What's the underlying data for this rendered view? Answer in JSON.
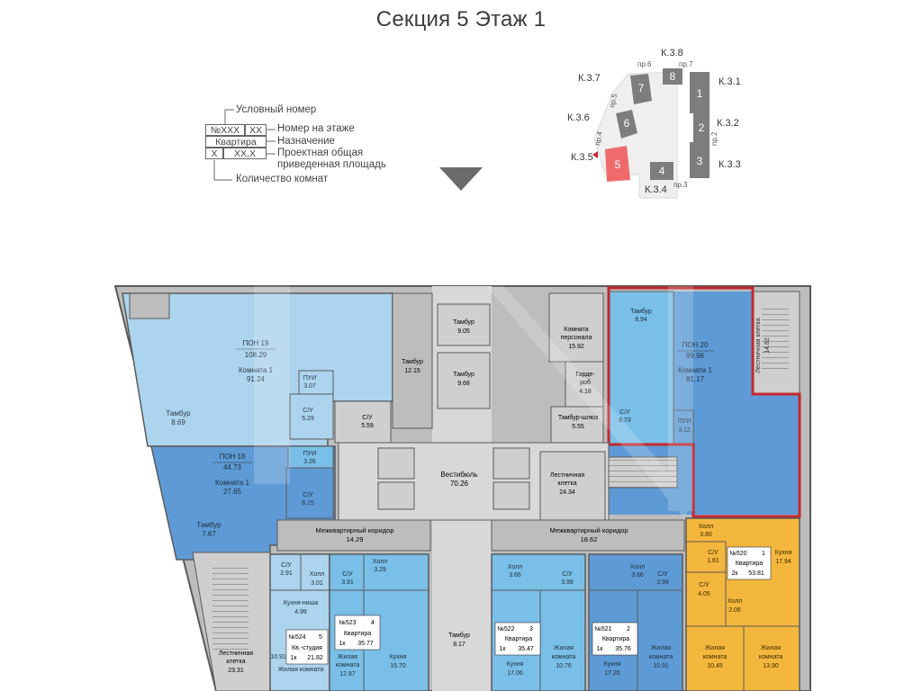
{
  "title": "Секция 5 Этаж 1",
  "legend": {
    "heading": "Условный номер",
    "box_num": "№XXX",
    "box_floor": "XX",
    "label_floor": "Номер на этаже",
    "box_purpose": "Квартира",
    "label_purpose": "Назначение",
    "box_rooms": "X",
    "box_area": "XX,X",
    "label_area_1": "Проектная общая",
    "label_area_2": "приведенная площадь",
    "label_rooms": "Количество комнат"
  },
  "keymap": {
    "sections": [
      "1",
      "2",
      "3",
      "4",
      "5",
      "6",
      "7",
      "8"
    ],
    "highlight_section": "5",
    "labels": {
      "k31": "К.3.1",
      "k32": "К.3.2",
      "k33": "К.3.3",
      "k34": "К.3.4",
      "k35": "К.3.5",
      "k36": "К.3.6",
      "k37": "К.3.7",
      "k38": "К.3.8"
    },
    "passages": {
      "pr2": "пр.2",
      "pr3": "пр.3",
      "pr4": "пр.4",
      "pr5": "пр.5",
      "pr6": "пр.6",
      "pr7": "пр.7"
    }
  },
  "colors": {
    "light_blue": "#acd4ee",
    "mid_blue": "#5e9bd6",
    "sky": "#79bfe8",
    "yellow": "#f4b73d",
    "gray": "#b6b6b6",
    "light_gray": "#cfcfcf",
    "red": "#c4272e",
    "highlight": "#ef6b6b"
  },
  "rooms": {
    "pon19": {
      "num": "ПОН 19",
      "area": "108.29",
      "room": "Комната 1",
      "room_area": "91.24"
    },
    "tambur_869": {
      "name": "Тамбур",
      "area": "8.69"
    },
    "pui_307": {
      "name": "ПУИ",
      "area": "3.07"
    },
    "su_529": {
      "name": "С/У",
      "area": "5.29"
    },
    "su_559": {
      "name": "С/У",
      "area": "5.59"
    },
    "tambur_1215": {
      "name": "Тамбур",
      "area": "12.15"
    },
    "tambur_905": {
      "name": "Тамбур",
      "area": "9.05"
    },
    "tambur_968": {
      "name": "Тамбур",
      "area": "9.68"
    },
    "staff": {
      "name_1": "Комната",
      "name_2": "персонала",
      "area": "15.92"
    },
    "wardrobe": {
      "name_1": "Гарде-",
      "name_2": "роб",
      "area": "4.18"
    },
    "tambur_shluz": {
      "name": "Тамбур-шлюз",
      "area": "5.55"
    },
    "tambur_894": {
      "name": "Тамбур",
      "area": "8.94"
    },
    "pon20": {
      "num": "ПОН 20",
      "area": "99.96",
      "room": "Комната 1",
      "room_area": "81.17"
    },
    "su_673": {
      "name": "С/У",
      "area": "6.73"
    },
    "pui_312": {
      "name": "ПУИ",
      "area": "3.12"
    },
    "stair_1482": {
      "name": "Лестничная клетка",
      "area": "14.82"
    },
    "pon18": {
      "num": "ПОН 18",
      "area": "44.73",
      "room": "Комната 1",
      "room_area": "27.65"
    },
    "pui_326": {
      "name": "ПУИ",
      "area": "3.26"
    },
    "su_615": {
      "name": "С/У",
      "area": "6.15"
    },
    "tambur_767": {
      "name": "Тамбур",
      "area": "7.67"
    },
    "vestibule": {
      "name": "Вестибюль",
      "area": "70.26"
    },
    "stair_2434": {
      "name_1": "Лестничная",
      "name_2": "клетка",
      "area": "24.34"
    },
    "corr_1429": {
      "name": "Межквартирный коридор",
      "area": "14.29"
    },
    "corr_1862": {
      "name": "Межквартирный коридор",
      "area": "18.62"
    },
    "apt524": {
      "su": "С/У",
      "su_area": "2.91",
      "hall": "Холл",
      "hall_area": "3.01",
      "kitchen": "Кухня-ниша",
      "kitchen_area": "4.99",
      "num": "№524",
      "floor_no": "5",
      "type": "Кв.-студия",
      "rooms": "1к",
      "area": "21.82",
      "living_area": "10.91",
      "living": "Жилая комната"
    },
    "apt523": {
      "su": "С/У",
      "su_area": "3.91",
      "hall": "Холл",
      "hall_area": "3.29",
      "num": "№523",
      "floor_no": "4",
      "type": "Квартира",
      "rooms": "1к",
      "area": "35.77",
      "living_1": "Жилая",
      "living_2": "комната",
      "living_area": "12.87",
      "kitchen": "Кухня",
      "kitchen_area": "15.70"
    },
    "tambur_817": {
      "name": "Тамбур",
      "area": "8.17"
    },
    "apt522": {
      "hall": "Холл",
      "hall_area": "3.66",
      "su": "С/У",
      "su_area": "3.99",
      "num": "№522",
      "floor_no": "3",
      "type": "Квартира",
      "rooms": "1к",
      "area": "35.47",
      "kitchen": "Кухня",
      "kitchen_area": "17.06",
      "living_1": "Жилая",
      "living_2": "комната",
      "living_area": "10.76"
    },
    "apt521": {
      "hall": "Холл",
      "hall_area": "3.66",
      "su": "С/У",
      "su_area": "3.99",
      "num": "№521",
      "floor_no": "2",
      "type": "Квартира",
      "rooms": "1к",
      "area": "35.76",
      "kitchen": "Кухня",
      "kitchen_area": "17.20",
      "living_1": "Жилая",
      "living_2": "комната",
      "living_area": "10.91"
    },
    "apt520": {
      "hall": "Холл",
      "hall_area": "3.80",
      "su": "С/У",
      "su_area": "1.61",
      "num": "№520",
      "floor_no": "1",
      "type": "Квартира",
      "rooms": "2к",
      "area": "53.81",
      "kitchen": "Кухня",
      "kitchen_area": "17.94",
      "su2": "С/У",
      "su2_area": "4.05",
      "hall2": "Холл",
      "hall2_area": "2.06",
      "living1_1": "Жилая",
      "living1_2": "комната",
      "living1_area": "10.45",
      "living2_1": "Жилая",
      "living2_2": "комната",
      "living2_area": "13.90"
    },
    "stair_2331": {
      "name_1": "Лестничная",
      "name_2": "клетка",
      "area": "23.31"
    }
  }
}
